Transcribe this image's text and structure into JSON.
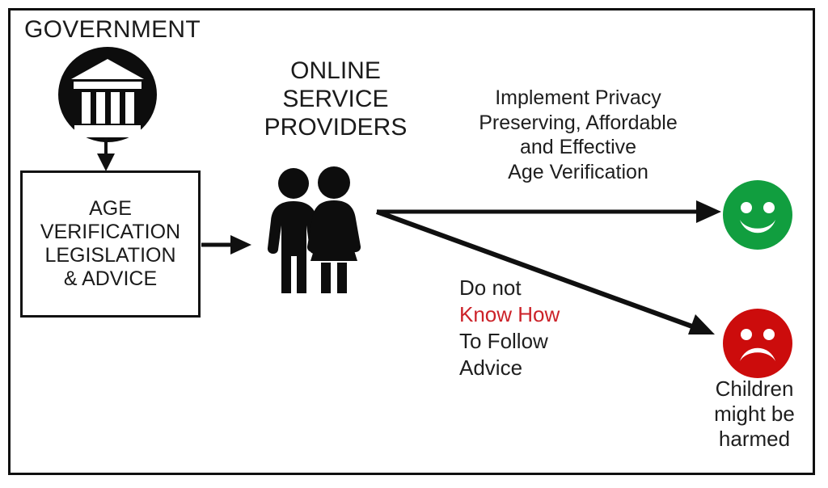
{
  "diagram": {
    "title_government": "GOVERNMENT",
    "government_icon": "classical-government-building-icon",
    "legislation_box": {
      "lines": [
        "AGE",
        "VERIFICATION",
        "LEGISLATION",
        "& ADVICE"
      ]
    },
    "service_providers": {
      "lines": [
        "ONLINE",
        "SERVICE",
        "PROVIDERS"
      ],
      "icon": "two-people-pictogram-icon"
    },
    "good_outcome": {
      "lines": [
        "Implement Privacy",
        "Preserving, Affordable",
        "and Effective",
        "Age Verification"
      ],
      "face": "happy-face-icon"
    },
    "bad_outcome": {
      "line1": "Do not",
      "line2_highlight": "Know How",
      "line3": "To Follow",
      "line4": "Advice",
      "face": "sad-face-icon",
      "consequence_lines": [
        "Children",
        "might be",
        "harmed"
      ]
    },
    "arrows": [
      {
        "name": "government-to-legislation",
        "direction": "down"
      },
      {
        "name": "legislation-to-providers",
        "direction": "right"
      },
      {
        "name": "providers-to-happy-face",
        "direction": "right"
      },
      {
        "name": "providers-to-sad-face",
        "direction": "down-right"
      }
    ]
  },
  "colors": {
    "happy_green": "#119e3f",
    "sad_red": "#cc0c0c",
    "highlight_red": "#cc2229",
    "ink": "#1b1b1b",
    "frame": "#101010",
    "background": "#ffffff"
  }
}
